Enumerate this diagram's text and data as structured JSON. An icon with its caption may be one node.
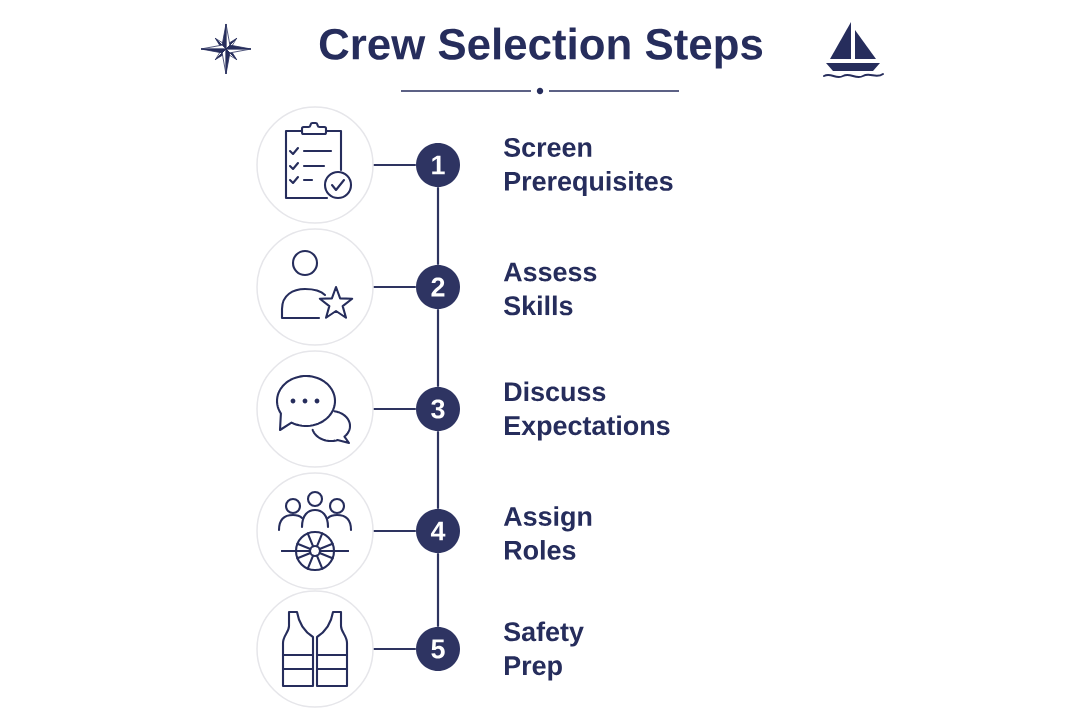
{
  "diagram": {
    "title": "Crew Selection Steps",
    "nodes": [
      {
        "text": [],
        "shape": "circle"
      },
      {
        "text": [
          "1"
        ],
        "beside": [
          "Screen Prerequisites"
        ]
      },
      {
        "text": [],
        "shape": "circle"
      },
      {
        "text": [
          "2"
        ],
        "beside": [
          "Assess Skills"
        ]
      },
      {
        "text": [],
        "shape": "circle"
      },
      {
        "text": [
          "3"
        ],
        "beside": [
          "Discuss Expectations"
        ]
      },
      {
        "text": [],
        "shape": "circle"
      },
      {
        "text": [
          "4"
        ],
        "beside": [
          "Assign Roles"
        ]
      },
      {
        "text": [],
        "shape": "circle"
      },
      {
        "text": [
          "5"
        ],
        "beside": [
          "Safety Prep"
        ]
      }
    ],
    "edges": [
      {
        "from": 0,
        "to": 1,
        "arrow": "none"
      },
      {
        "from": 2,
        "to": 3,
        "arrow": "none"
      },
      {
        "from": 4,
        "to": 5,
        "arrow": "none"
      },
      {
        "from": 6,
        "to": 7,
        "arrow": "none"
      },
      {
        "from": 8,
        "to": 9,
        "arrow": "none"
      },
      {
        "from": 1,
        "to": 3,
        "arrow": "none"
      },
      {
        "from": 3,
        "to": 5,
        "arrow": "none"
      },
      {
        "from": 5,
        "to": 7,
        "arrow": "none"
      },
      {
        "from": 7,
        "to": 9,
        "arrow": "none"
      }
    ]
  }
}
